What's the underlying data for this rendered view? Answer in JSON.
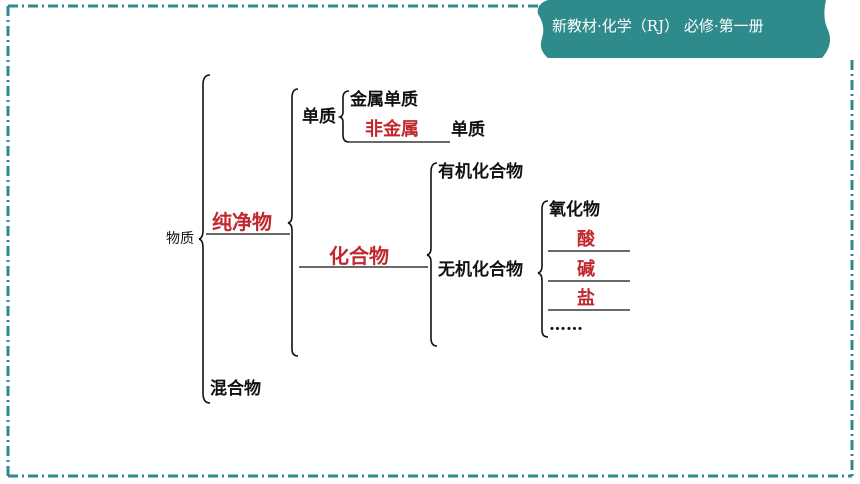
{
  "header": {
    "badge_text": "新教材·化学（RJ） 必修·第一册",
    "badge_color": "#2f8a8c",
    "border_color": "#2f8a8c"
  },
  "diagram": {
    "root": "物质",
    "pure_substance_answer": "纯净物",
    "mixture": "混合物",
    "elemental_substance": "单质",
    "metal_element": "金属单质",
    "nonmetal_answer": "非金属",
    "element_suffix": "单质",
    "compound_answer": "化合物",
    "organic_compound": "有机化合物",
    "inorganic_compound": "无机化合物",
    "oxide": "氧化物",
    "acid_answer": "酸",
    "base_answer": "碱",
    "salt_answer": "盐",
    "ellipsis": "……",
    "answer_color": "#c0282d"
  }
}
